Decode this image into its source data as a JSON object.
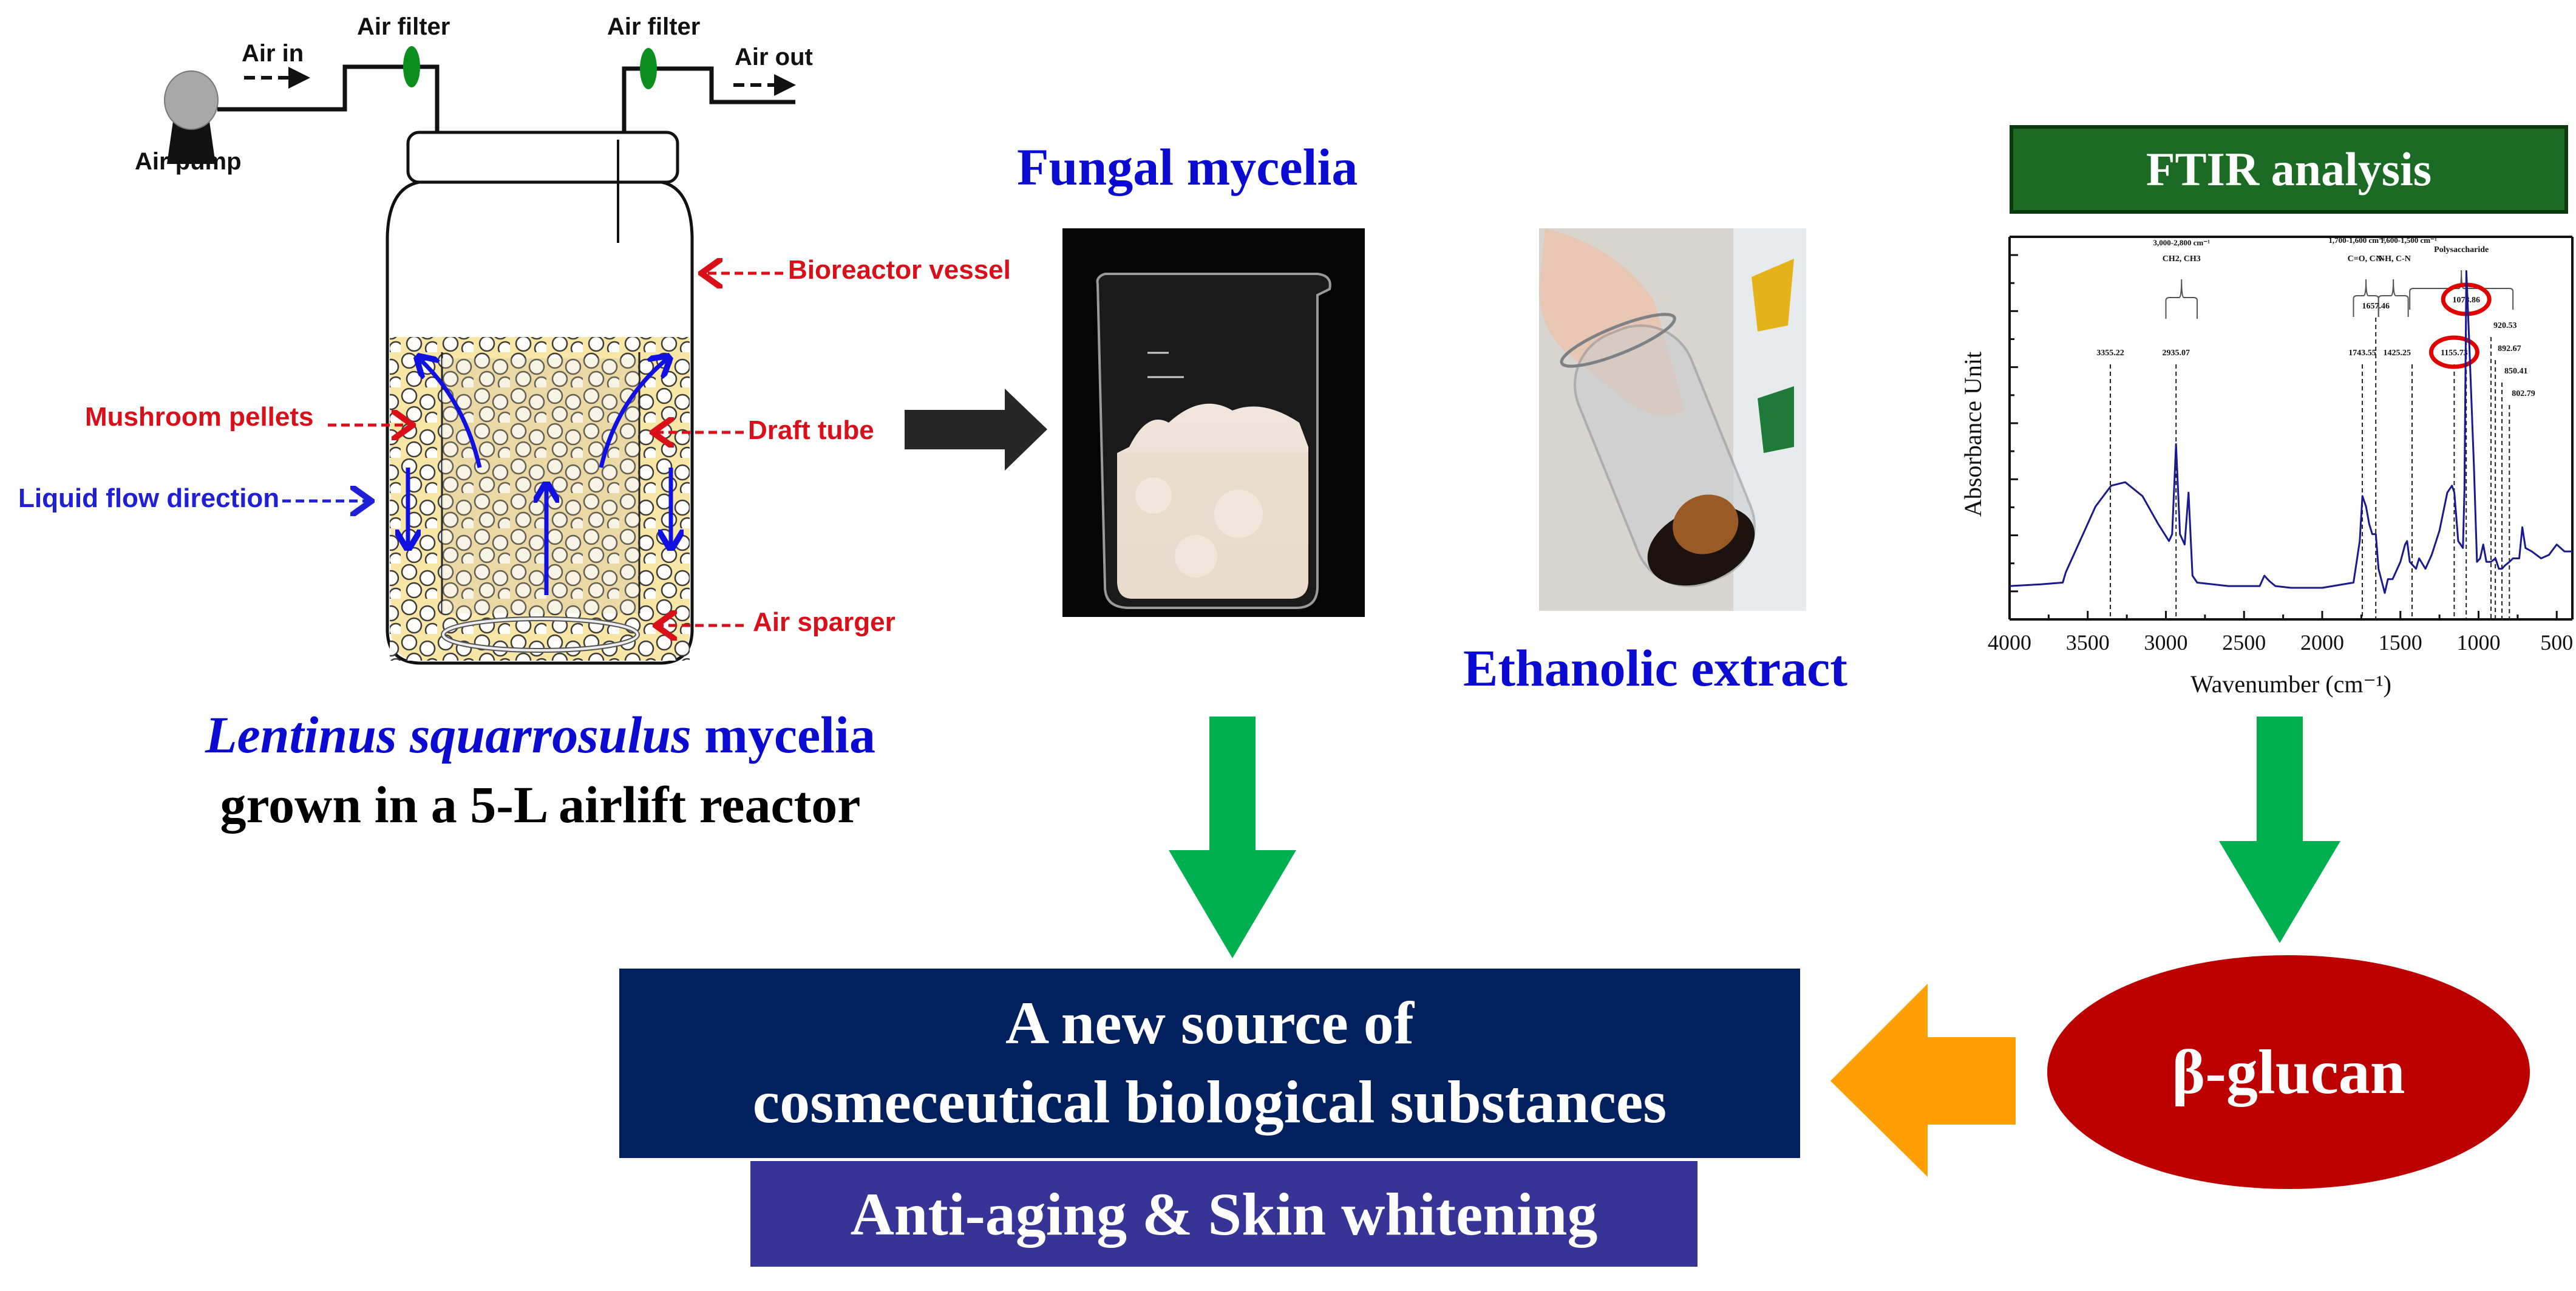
{
  "reactor_diagram": {
    "air_pump_label": "Air pump",
    "air_in_label": "Air in",
    "air_filter_label_left": "Air filter",
    "air_filter_label_right": "Air filter",
    "air_out_label": "Air out",
    "bioreactor_vessel_label": "Bioreactor vessel",
    "mushroom_pellets_label": "Mushroom pellets",
    "draft_tube_label": "Draft tube",
    "liquid_flow_label": "Liquid flow direction",
    "air_sparger_label": "Air sparger",
    "caption_italic": "Lentinus squarrosulus",
    "caption_suffix": " mycelia",
    "caption_line2": "grown in a 5-L airlift reactor"
  },
  "fungal_mycelia": {
    "title": "Fungal mycelia",
    "photo_icon": "beaker-photo"
  },
  "ethanolic_extract": {
    "title": "Ethanolic extract",
    "photo_icon": "vial-photo"
  },
  "ftir": {
    "header": "FTIR analysis"
  },
  "result": {
    "beta_glucan": "β-glucan",
    "main_line1": "A new source of",
    "main_line2": "cosmeceutical biological substances",
    "sub_label": "Anti-aging & Skin whitening"
  },
  "colors": {
    "title_blue": "#0a0ad0",
    "label_red": "#d9101a",
    "ftir_green": "#1c6b24",
    "arrow_green": "#00b050",
    "arrow_orange": "#ff9e00",
    "main_box_navy": "#03205e",
    "sub_box_purple": "#363597",
    "ellipse_red": "#bc0000",
    "spectrum_blue": "#1a1a8c",
    "arrow_black": "#262626",
    "liquid_yellow": "#f8e6a6"
  },
  "chart_data": {
    "type": "line",
    "title": "FTIR analysis",
    "xlabel": "Wavenumber (cm-1)",
    "ylabel": "Absorbance Unit",
    "xlim": [
      4000,
      400
    ],
    "x_reversed": true,
    "ylim": [
      0,
      1
    ],
    "y_ticks_labeled": false,
    "grid": false,
    "x_ticks": [
      4000,
      3500,
      3000,
      2500,
      2000,
      1500,
      1000,
      500
    ],
    "x_tick_labels": [
      "4000",
      "3500",
      "3000",
      "2500",
      "2000",
      "1500",
      "1000",
      "500"
    ],
    "series": [
      {
        "name": "Ethanolic extract spectrum",
        "x": [
          4000,
          3800,
          3660,
          3640,
          3550,
          3450,
          3350,
          3260,
          3150,
          3050,
          2980,
          2960,
          2935,
          2910,
          2880,
          2855,
          2830,
          2800,
          2600,
          2400,
          2370,
          2340,
          2300,
          2200,
          2000,
          1800,
          1760,
          1743,
          1720,
          1700,
          1680,
          1657,
          1640,
          1600,
          1580,
          1550,
          1500,
          1470,
          1457,
          1440,
          1400,
          1380,
          1340,
          1300,
          1250,
          1200,
          1170,
          1155,
          1130,
          1100,
          1090,
          1078,
          1060,
          1030,
          1010,
          990,
          970,
          950,
          920,
          892,
          870,
          850,
          830,
          802,
          780,
          740,
          720,
          700,
          660,
          600,
          550,
          500,
          450,
          400
        ],
        "y": [
          0.07,
          0.075,
          0.08,
          0.11,
          0.2,
          0.3,
          0.36,
          0.37,
          0.33,
          0.25,
          0.2,
          0.22,
          0.48,
          0.22,
          0.19,
          0.34,
          0.1,
          0.08,
          0.07,
          0.07,
          0.1,
          0.085,
          0.07,
          0.065,
          0.065,
          0.08,
          0.2,
          0.33,
          0.3,
          0.25,
          0.22,
          0.22,
          0.12,
          0.05,
          0.09,
          0.09,
          0.14,
          0.19,
          0.2,
          0.14,
          0.12,
          0.15,
          0.12,
          0.16,
          0.23,
          0.34,
          0.36,
          0.34,
          0.2,
          0.18,
          0.35,
          0.98,
          0.78,
          0.42,
          0.14,
          0.15,
          0.19,
          0.14,
          0.14,
          0.15,
          0.12,
          0.12,
          0.13,
          0.14,
          0.15,
          0.15,
          0.24,
          0.18,
          0.17,
          0.15,
          0.16,
          0.19,
          0.17,
          0.17
        ]
      }
    ],
    "peak_annotations": [
      {
        "x": 3355.22,
        "label": "3355.22",
        "highlighted": false
      },
      {
        "x": 2935.07,
        "label": "2935.07",
        "highlighted": false
      },
      {
        "x": 1743.55,
        "label": "1743.55",
        "highlighted": false
      },
      {
        "x": 1657.46,
        "label": "1657.46",
        "highlighted": false
      },
      {
        "x": 1425.25,
        "label": "1425.25",
        "highlighted": false
      },
      {
        "x": 1155.73,
        "label": "1155.73",
        "highlighted": true
      },
      {
        "x": 1078.86,
        "label": "1078.86",
        "highlighted": true
      },
      {
        "x": 920.53,
        "label": "920.53",
        "highlighted": false
      },
      {
        "x": 892.67,
        "label": "892.67",
        "highlighted": false
      },
      {
        "x": 850.41,
        "label": "850.41",
        "highlighted": false
      },
      {
        "x": 802.79,
        "label": "802.79",
        "highlighted": false
      }
    ],
    "region_annotations": [
      {
        "range": "3,000-2,800 cm-1",
        "assignment": "CH2, CH3",
        "x_from": 3000,
        "x_to": 2800
      },
      {
        "range": "1,700-1,600 cm-1",
        "assignment": "C=O, C-N",
        "x_from": 1800,
        "x_to": 1640
      },
      {
        "range": "1,600-1,500 cm-1",
        "assignment": "N-H, C-N",
        "x_from": 1640,
        "x_to": 1450
      },
      {
        "range": "",
        "assignment": "Polysaccharide",
        "x_from": 1440,
        "x_to": 780
      }
    ]
  }
}
